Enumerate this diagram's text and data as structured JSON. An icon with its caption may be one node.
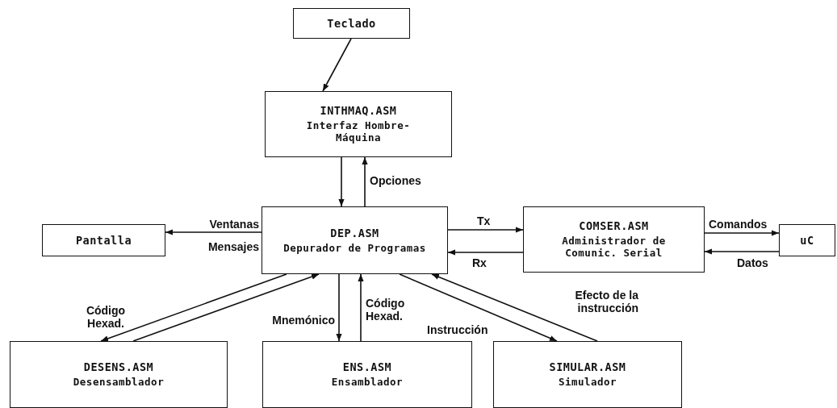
{
  "diagram": {
    "nodes": [
      {
        "text": [
          "Teclado"
        ]
      },
      {
        "text": [
          "INTHMAQ.ASM",
          "Interfaz Hombre-Máquina"
        ]
      },
      {
        "text": [
          "Pantalla"
        ]
      },
      {
        "text": [
          "DEP.ASM",
          "Depurador de Programas"
        ]
      },
      {
        "text": [
          "COMSER.ASM",
          "Administrador de Comunic. Serial"
        ]
      },
      {
        "text": [
          "uC"
        ]
      },
      {
        "text": [
          "DESENS.ASM",
          "Desensamblador"
        ]
      },
      {
        "text": [
          "ENS.ASM",
          "Ensamblador"
        ]
      },
      {
        "text": [
          "SIMULAR.ASM",
          "Simulador"
        ]
      }
    ],
    "edges": [
      {
        "from": 0,
        "to": 1,
        "arrow": "to"
      },
      {
        "from": 1,
        "to": 3,
        "arrow": "to"
      },
      {
        "from": 3,
        "to": 1,
        "arrow": "to",
        "label": "Opciones"
      },
      {
        "from": 3,
        "to": 2,
        "arrow": "to",
        "label": "Ventanas"
      },
      {
        "from": 3,
        "to": 4,
        "arrow": "to",
        "label": "Tx"
      },
      {
        "from": 4,
        "to": 3,
        "arrow": "to",
        "label": "Rx"
      },
      {
        "from": 4,
        "to": 5,
        "arrow": "to",
        "label": "Comandos"
      },
      {
        "from": 5,
        "to": 4,
        "arrow": "to",
        "label": "Datos"
      },
      {
        "from": 3,
        "to": 6,
        "arrow": "to",
        "label": "Código Hexad."
      },
      {
        "from": 6,
        "to": 3,
        "arrow": "to"
      },
      {
        "from": 3,
        "to": 7,
        "arrow": "to",
        "label": "Mnemónico"
      },
      {
        "from": 7,
        "to": 3,
        "arrow": "to",
        "label": "Código Hexad."
      },
      {
        "from": 3,
        "to": 8,
        "arrow": "to",
        "label": "Instrucción"
      },
      {
        "from": 8,
        "to": 3,
        "arrow": "to",
        "label": "Efecto de la instrucción"
      }
    ],
    "labels": [
      "Mensajes"
    ]
  }
}
